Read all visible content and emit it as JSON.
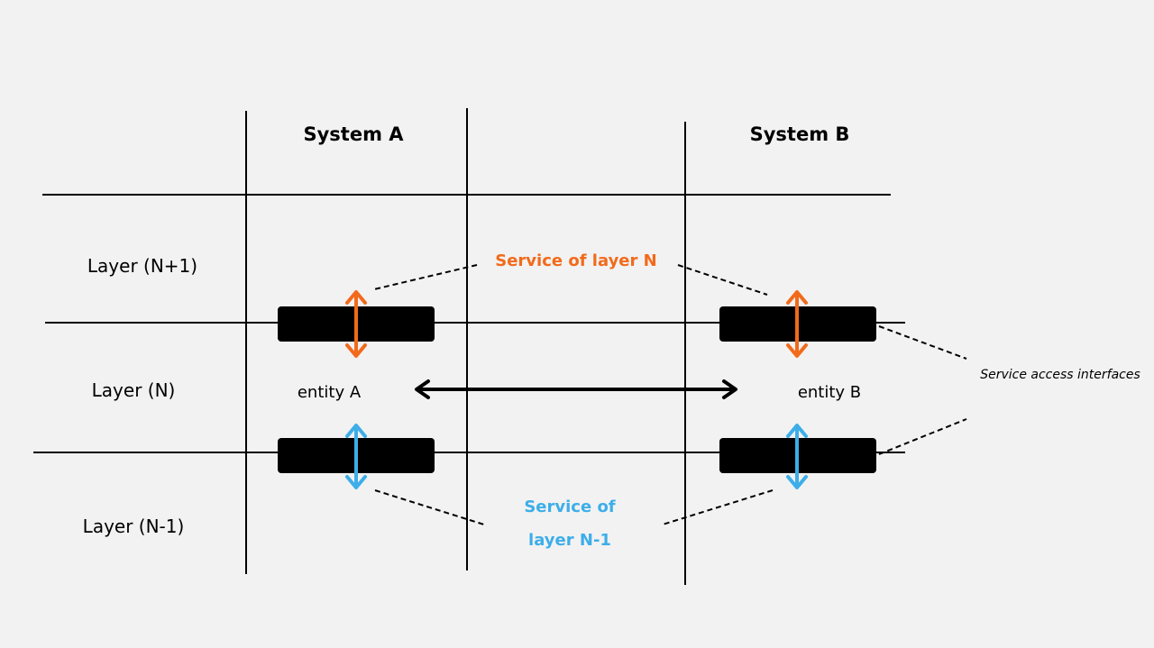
{
  "headers": {
    "system_a": "System A",
    "system_b": "System B"
  },
  "layers": {
    "upper": "Layer (N+1)",
    "middle": "Layer (N)",
    "lower": "Layer (N-1)"
  },
  "entities": {
    "a": "entity A",
    "b": "entity B"
  },
  "services": {
    "layer_n": "Service of layer N",
    "layer_n_minus_1_line1": "Service of",
    "layer_n_minus_1_line2": "layer N-1"
  },
  "annotation": {
    "service_access": "Service access interfaces"
  },
  "colors": {
    "background": "#f2f2f2",
    "orange": "#f26a1b",
    "blue": "#3daee9",
    "black": "#000000"
  }
}
